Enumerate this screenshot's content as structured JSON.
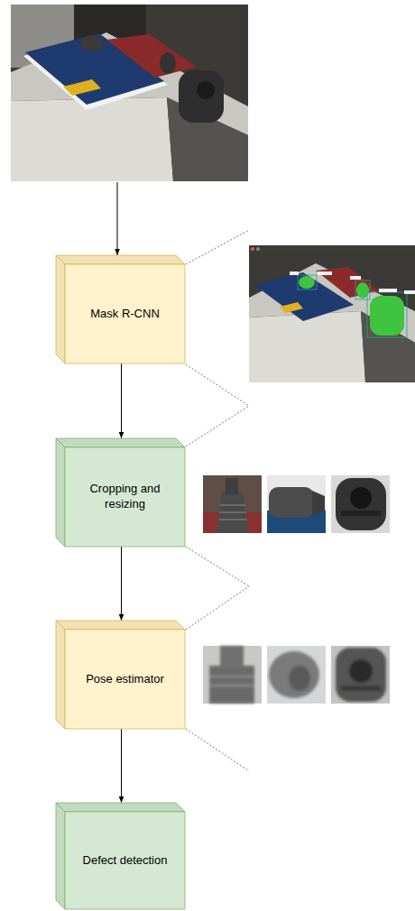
{
  "diagram": {
    "nodes": [
      {
        "text": [
          "Mask R-CNN"
        ]
      },
      {
        "text": [
          "Cropping and resizing"
        ]
      },
      {
        "text": [
          "Pose estimator"
        ]
      },
      {
        "text": [
          "Defect detection"
        ]
      }
    ],
    "edges": [
      {
        "from": 0,
        "to": 1,
        "arrow": "to"
      },
      {
        "from": 1,
        "to": 2,
        "arrow": "to"
      },
      {
        "from": 2,
        "to": 3,
        "arrow": "to"
      }
    ]
  }
}
